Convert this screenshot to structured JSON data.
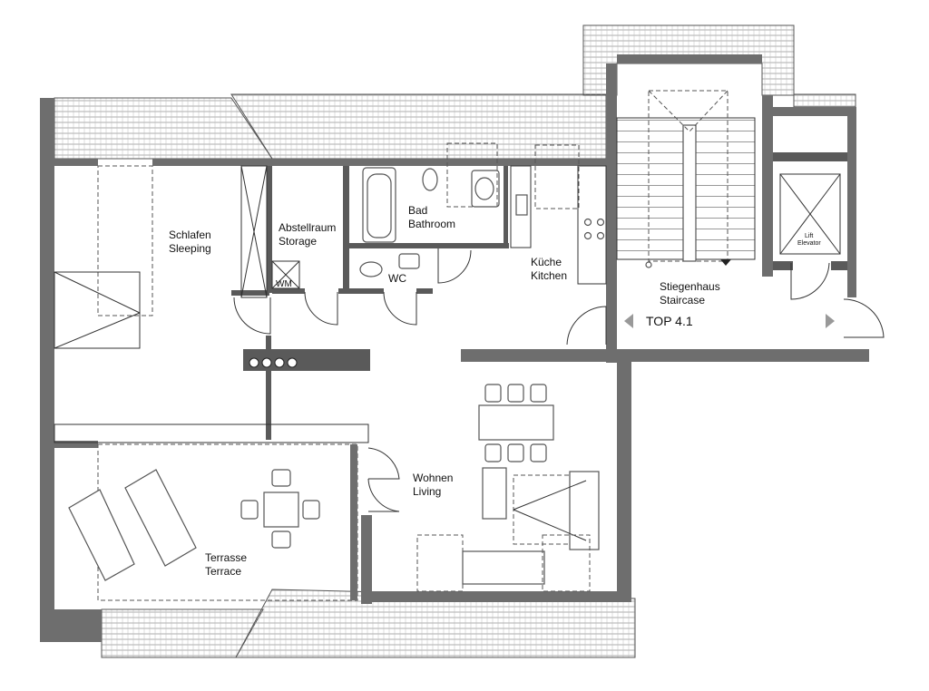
{
  "unit_id": "TOP 4.1",
  "rooms": {
    "sleeping": {
      "label_de": "Schlafen",
      "label_en": "Sleeping"
    },
    "storage": {
      "label_de": "Abstellraum",
      "label_en": "Storage"
    },
    "bathroom": {
      "label_de": "Bad",
      "label_en": "Bathroom"
    },
    "wc": {
      "label": "WC"
    },
    "kitchen": {
      "label_de": "Küche",
      "label_en": "Kitchen"
    },
    "staircase": {
      "label_de": "Stiegenhaus",
      "label_en": "Staircase"
    },
    "elevator": {
      "label_de": "Lift",
      "label_en": "Elevator"
    },
    "living": {
      "label_de": "Wohnen",
      "label_en": "Living"
    },
    "terrace": {
      "label_de": "Terrasse",
      "label_en": "Terrace"
    }
  },
  "fixtures": {
    "washing_machine": "WM"
  },
  "colors": {
    "wall": "#6e6e6e",
    "line": "#333333",
    "background": "#ffffff"
  }
}
